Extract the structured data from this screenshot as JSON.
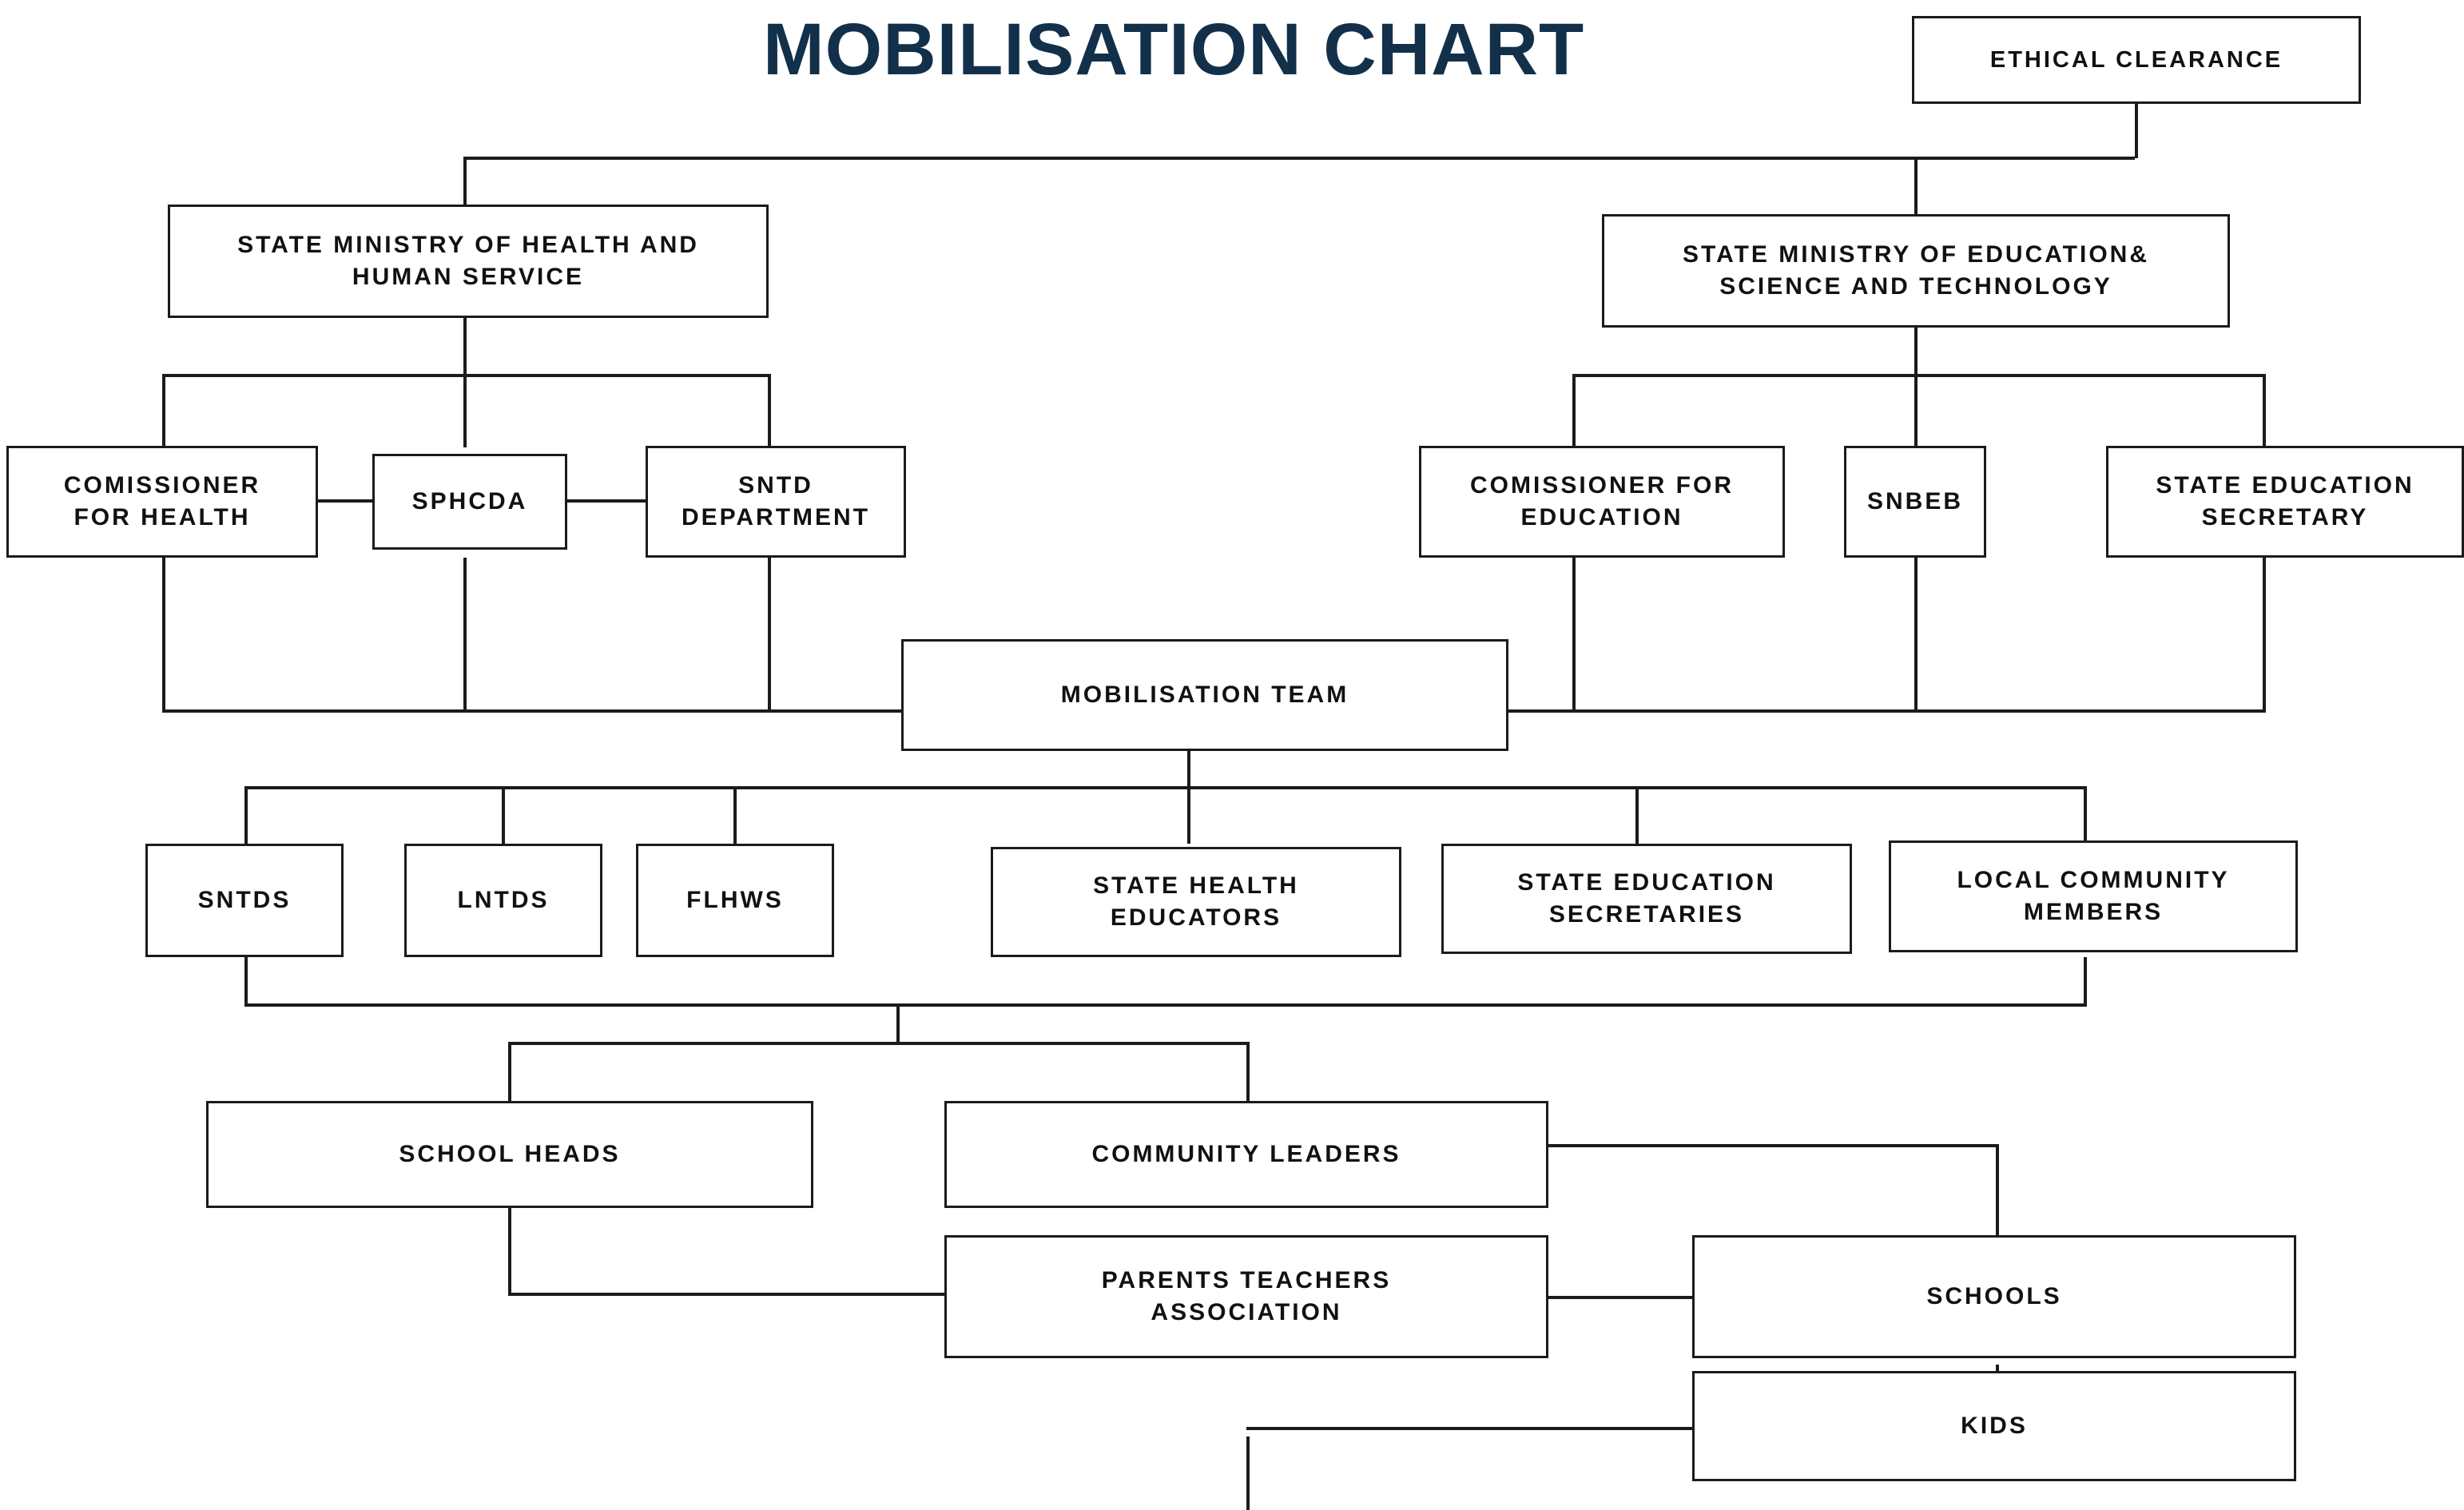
{
  "chart_data": {
    "type": "diagram",
    "diagram_kind": "organizational-flow-chart",
    "title": "MOBILISATION CHART",
    "title_color": "#12304a",
    "box_border_color": "#1b1b1b",
    "background_color": "#ffffff",
    "nodes": [
      {
        "id": "ethical_clearance",
        "label": "ETHICAL CLEARANCE",
        "level": 0
      },
      {
        "id": "ministry_health",
        "label": "STATE MINISTRY OF HEALTH AND HUMAN SERVICE",
        "level": 1
      },
      {
        "id": "ministry_education",
        "label": "STATE MINISTRY OF EDUCATION& SCIENCE AND TECHNOLOGY",
        "level": 1
      },
      {
        "id": "commissioner_health",
        "label": "COMISSIONER FOR HEALTH",
        "level": 2
      },
      {
        "id": "sphcda",
        "label": "SPHCDA",
        "level": 2
      },
      {
        "id": "sntd_department",
        "label": "SNTD DEPARTMENT",
        "level": 2
      },
      {
        "id": "commissioner_education",
        "label": "COMISSIONER FOR EDUCATION",
        "level": 2
      },
      {
        "id": "snbeb",
        "label": "SNBEB",
        "level": 2
      },
      {
        "id": "state_education_secretary",
        "label": "STATE EDUCATION SECRETARY",
        "level": 2
      },
      {
        "id": "mobilisation_team",
        "label": "MOBILISATION TEAM",
        "level": 3
      },
      {
        "id": "sntds",
        "label": "SNTDS",
        "level": 4
      },
      {
        "id": "lntds",
        "label": "LNTDS",
        "level": 4
      },
      {
        "id": "flhws",
        "label": "FLHWS",
        "level": 4
      },
      {
        "id": "state_health_educators",
        "label": "STATE HEALTH EDUCATORS",
        "level": 4
      },
      {
        "id": "state_education_secretaries",
        "label": "STATE EDUCATION SECRETARIES",
        "level": 4
      },
      {
        "id": "local_community_members",
        "label": "LOCAL COMMUNITY MEMBERS",
        "level": 4
      },
      {
        "id": "school_heads",
        "label": "SCHOOL HEADS",
        "level": 5
      },
      {
        "id": "community_leaders",
        "label": "COMMUNITY LEADERS",
        "level": 5
      },
      {
        "id": "parents_teachers_association",
        "label": "PARENTS TEACHERS ASSOCIATION",
        "level": 6
      },
      {
        "id": "schools",
        "label": "SCHOOLS",
        "level": 6
      },
      {
        "id": "kids",
        "label": "KIDS",
        "level": 7
      }
    ],
    "edges": [
      {
        "from": "ethical_clearance",
        "to": "ministry_health"
      },
      {
        "from": "ethical_clearance",
        "to": "ministry_education"
      },
      {
        "from": "ministry_health",
        "to": "commissioner_health"
      },
      {
        "from": "ministry_health",
        "to": "sphcda"
      },
      {
        "from": "ministry_health",
        "to": "sntd_department"
      },
      {
        "from": "commissioner_health",
        "to": "sphcda"
      },
      {
        "from": "sphcda",
        "to": "sntd_department"
      },
      {
        "from": "ministry_education",
        "to": "commissioner_education"
      },
      {
        "from": "ministry_education",
        "to": "snbeb"
      },
      {
        "from": "ministry_education",
        "to": "state_education_secretary"
      },
      {
        "from": "commissioner_health",
        "to": "mobilisation_team"
      },
      {
        "from": "sphcda",
        "to": "mobilisation_team"
      },
      {
        "from": "sntd_department",
        "to": "mobilisation_team"
      },
      {
        "from": "commissioner_education",
        "to": "mobilisation_team"
      },
      {
        "from": "snbeb",
        "to": "mobilisation_team"
      },
      {
        "from": "state_education_secretary",
        "to": "mobilisation_team"
      },
      {
        "from": "mobilisation_team",
        "to": "sntds"
      },
      {
        "from": "mobilisation_team",
        "to": "lntds"
      },
      {
        "from": "mobilisation_team",
        "to": "flhws"
      },
      {
        "from": "mobilisation_team",
        "to": "state_health_educators"
      },
      {
        "from": "mobilisation_team",
        "to": "state_education_secretaries"
      },
      {
        "from": "mobilisation_team",
        "to": "local_community_members"
      },
      {
        "from": "sntds",
        "to": "school_heads"
      },
      {
        "from": "local_community_members",
        "to": "community_leaders"
      },
      {
        "from": "community_leaders",
        "to": "parents_teachers_association"
      },
      {
        "from": "community_leaders",
        "to": "schools"
      },
      {
        "from": "school_heads",
        "to": "parents_teachers_association"
      },
      {
        "from": "parents_teachers_association",
        "to": "schools"
      },
      {
        "from": "parents_teachers_association",
        "to": "kids"
      },
      {
        "from": "schools",
        "to": "kids"
      }
    ]
  },
  "title": {
    "text": "MOBILISATION CHART"
  },
  "nodes": {
    "ethical_clearance": "ETHICAL CLEARANCE",
    "ministry_health_line1": "STATE MINISTRY OF HEALTH AND",
    "ministry_health_line2": "HUMAN SERVICE",
    "ministry_education_line1": "STATE MINISTRY OF EDUCATION&",
    "ministry_education_line2": "SCIENCE AND TECHNOLOGY",
    "commissioner_health_line1": "COMISSIONER",
    "commissioner_health_line2": "FOR HEALTH",
    "sphcda": "SPHCDA",
    "sntd_department_line1": "SNTD",
    "sntd_department_line2": "DEPARTMENT",
    "commissioner_education_line1": "COMISSIONER FOR",
    "commissioner_education_line2": "EDUCATION",
    "snbeb": "SNBEB",
    "state_education_secretary_line1": "STATE EDUCATION",
    "state_education_secretary_line2": "SECRETARY",
    "mobilisation_team": "MOBILISATION TEAM",
    "sntds": "SNTDS",
    "lntds": "LNTDS",
    "flhws": "FLHWS",
    "state_health_educators_line1": "STATE HEALTH",
    "state_health_educators_line2": "EDUCATORS",
    "state_education_secretaries_line1": "STATE EDUCATION",
    "state_education_secretaries_line2": "SECRETARIES",
    "local_community_members_line1": "LOCAL COMMUNITY",
    "local_community_members_line2": "MEMBERS",
    "school_heads": "SCHOOL HEADS",
    "community_leaders": "COMMUNITY LEADERS",
    "parents_teachers_association_line1": "PARENTS TEACHERS",
    "parents_teachers_association_line2": "ASSOCIATION",
    "schools": "SCHOOLS",
    "kids": "KIDS"
  }
}
